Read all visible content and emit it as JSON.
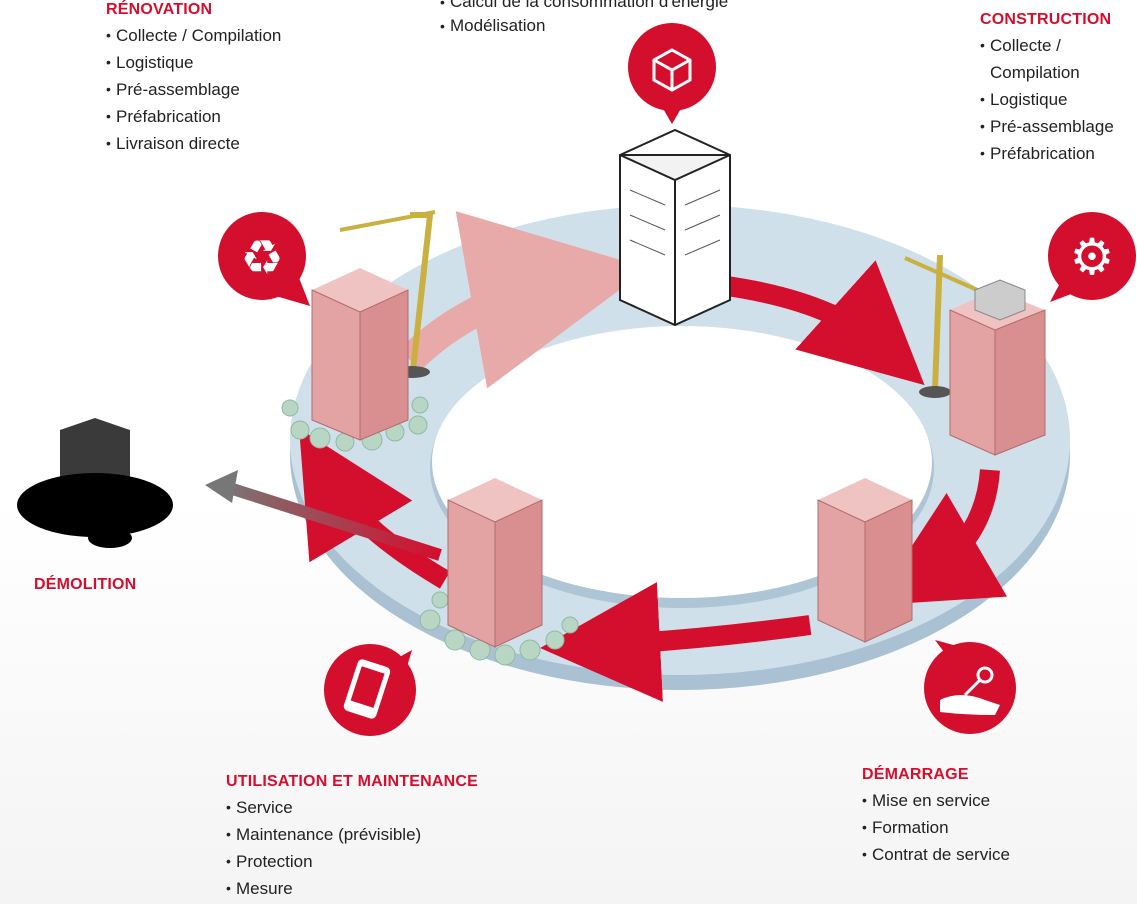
{
  "stages": {
    "renovation": {
      "title": "RÉNOVATION",
      "items": [
        "Collecte / Compilation",
        "Logistique",
        "Pré-assemblage",
        "Préfabrication",
        "Livraison directe"
      ]
    },
    "planning": {
      "items": [
        "Calcul de la consommation d'énergie",
        "Modélisation"
      ]
    },
    "construction": {
      "title": "CONSTRUCTION",
      "items": [
        "Collecte / Compilation",
        "Logistique",
        "Pré-assemblage",
        "Préfabrication"
      ]
    },
    "demolition": {
      "title": "DÉMOLITION"
    },
    "usage": {
      "title": "UTILISATION ET MAINTENANCE",
      "items": [
        "Service",
        "Maintenance (prévisible)",
        "Protection",
        "Mesure"
      ]
    },
    "startup": {
      "title": "DÉMARRAGE",
      "items": [
        "Mise en service",
        "Formation",
        "Contrat de service"
      ]
    }
  },
  "colors": {
    "accent": "#d40e2d",
    "ring": "#c9dbe6",
    "building": "#e4a3a3",
    "demolition": "#111111"
  },
  "icons": [
    "recycle-icon",
    "cube-model-icon",
    "gear-icon",
    "phone-icon",
    "hand-key-icon"
  ]
}
